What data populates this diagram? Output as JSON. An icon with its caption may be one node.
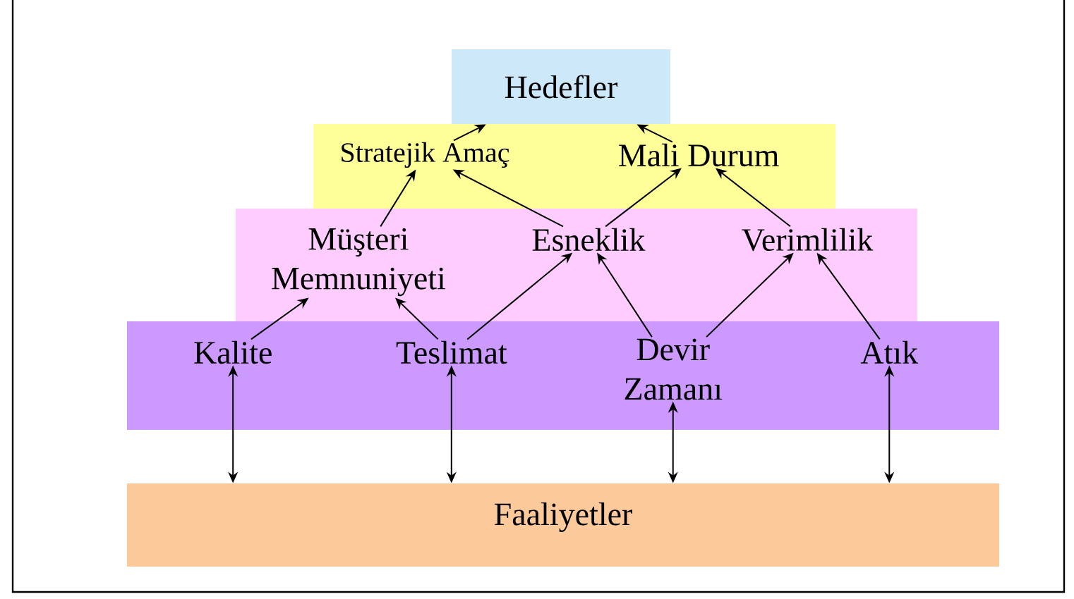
{
  "diagram": {
    "nodes": [
      {
        "text": [
          "Hedefler"
        ]
      },
      {
        "text": [],
        "shape": "box"
      },
      {
        "text": [
          "Stratejik Amaç"
        ],
        "in": 1
      },
      {
        "text": [
          "Mali Durum"
        ],
        "in": 1
      },
      {
        "text": [],
        "shape": "box"
      },
      {
        "text": [
          "Müşteri Memnuniyeti"
        ],
        "in": 4
      },
      {
        "text": [
          "Esneklik"
        ],
        "in": 4
      },
      {
        "text": [
          "Verimlilik"
        ],
        "in": 4
      },
      {
        "text": [],
        "shape": "box"
      },
      {
        "text": [
          "Kalite"
        ],
        "in": 8
      },
      {
        "text": [
          "Teslimat"
        ],
        "in": 8
      },
      {
        "text": [
          "Devir Zamanı"
        ],
        "in": 8
      },
      {
        "text": [
          "Atık"
        ],
        "in": 8
      },
      {
        "text": [
          "Faaliyetler"
        ]
      }
    ],
    "edges": [
      {
        "from": 2,
        "to": 0,
        "arrow": "to"
      },
      {
        "from": 3,
        "to": 0,
        "arrow": "to"
      },
      {
        "from": 6,
        "to": 2,
        "arrow": "to"
      },
      {
        "from": 6,
        "to": 3,
        "arrow": "to"
      },
      {
        "from": 5,
        "to": 2,
        "arrow": "to"
      },
      {
        "from": 7,
        "to": 3,
        "arrow": "to"
      },
      {
        "from": 9,
        "to": 5,
        "arrow": "to"
      },
      {
        "from": 10,
        "to": 5,
        "arrow": "to"
      },
      {
        "from": 10,
        "to": 6,
        "arrow": "to"
      },
      {
        "from": 11,
        "to": 6,
        "arrow": "to"
      },
      {
        "from": 11,
        "to": 7,
        "arrow": "to"
      },
      {
        "from": 12,
        "to": 7,
        "arrow": "to"
      },
      {
        "from": 13,
        "to": 9,
        "arrow": "both"
      },
      {
        "from": 13,
        "to": 10,
        "arrow": "both"
      },
      {
        "from": 13,
        "to": 11,
        "arrow": "both"
      },
      {
        "from": 13,
        "to": 12,
        "arrow": "both"
      }
    ]
  }
}
